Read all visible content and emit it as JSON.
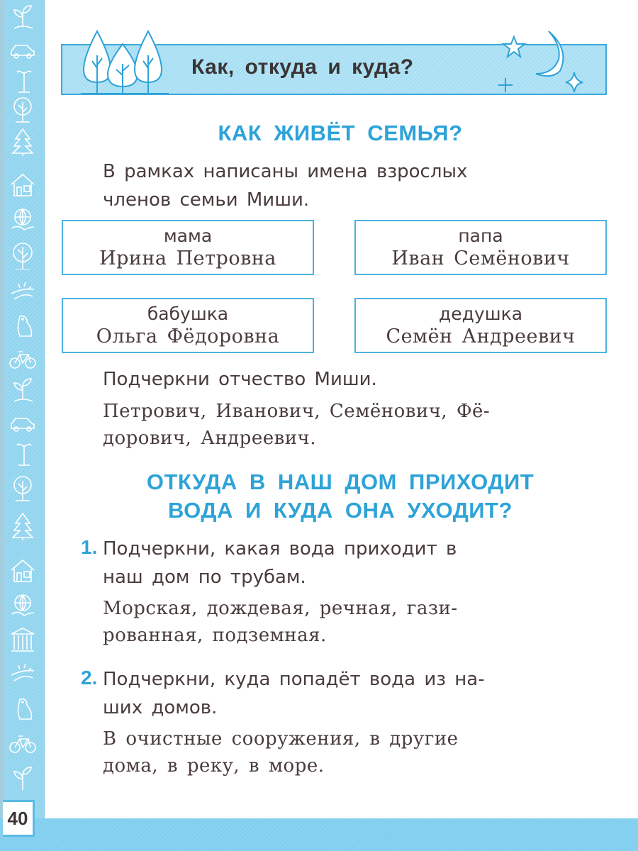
{
  "header": {
    "title": "Как, откуда и куда?",
    "left_illustration": "trees-icon",
    "right_illustration": "moon-and-stars-icon"
  },
  "sidebar": {
    "icons": [
      "sprout-icon",
      "car-icon",
      "street-lamp-icon",
      "tree-icon",
      "fir-tree-icon",
      "house-icon",
      "globe-in-hand-icon",
      "tree-icon",
      "sunrise-icon",
      "bird-icon",
      "bicycle-icon",
      "sprout-icon",
      "car-icon",
      "street-lamp-icon",
      "tree-icon",
      "fir-tree-icon",
      "house-icon",
      "globe-in-hand-icon",
      "museum-icon",
      "sunrise-icon",
      "bird-icon",
      "bicycle-icon",
      "sprout-icon"
    ]
  },
  "section1": {
    "heading": "КАК ЖИВЁТ СЕМЬЯ?",
    "intro_line1": "В рамках написаны имена взрослых",
    "intro_line2": "членов семьи Миши.",
    "family": [
      {
        "role": "мама",
        "name": "Ирина Петровна"
      },
      {
        "role": "папа",
        "name": "Иван Семёнович"
      },
      {
        "role": "бабушка",
        "name": "Ольга Фёдоровна"
      },
      {
        "role": "дедушка",
        "name": "Семён Андреевич"
      }
    ],
    "task": "Подчеркни отчество Миши.",
    "options_line1": "Петрович, Иванович, Семёнович, Фё-",
    "options_line2": "дорович, Андреевич."
  },
  "section2": {
    "heading_line1": "ОТКУДА В НАШ ДОМ ПРИХОДИТ",
    "heading_line2": "ВОДА И КУДА ОНА УХОДИТ?",
    "tasks": [
      {
        "number": "1.",
        "question_line1": "Подчеркни, какая вода приходит в",
        "question_line2": "наш дом по трубам.",
        "options_line1": "Морская, дождевая, речная, гази-",
        "options_line2": "рованная, подземная."
      },
      {
        "number": "2.",
        "question_line1": "Подчеркни, куда попадёт вода из на-",
        "question_line2": "ших домов.",
        "options_line1": "В очистные сооружения, в другие",
        "options_line2": "дома, в реку, в море."
      }
    ]
  },
  "footer": {
    "page_number": "40"
  },
  "colors": {
    "accent_blue": "#2ea3d8",
    "band_blue": "#8fd3ee",
    "text": "#4a3c3c"
  }
}
